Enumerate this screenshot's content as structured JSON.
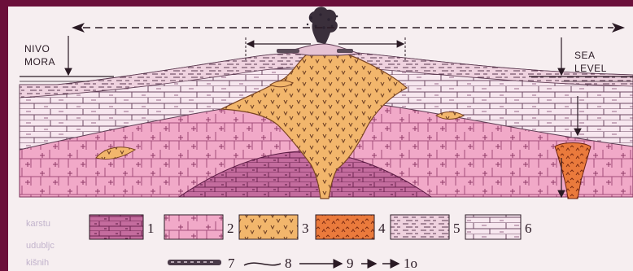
{
  "labels": {
    "left_line1": "NIVO",
    "left_line2": "MORA",
    "right_line1": "SEA",
    "right_line2": "LEVEL"
  },
  "legend": [
    {
      "num": "1",
      "pattern": "brick-dark-pink"
    },
    {
      "num": "2",
      "pattern": "plus-pink"
    },
    {
      "num": "3",
      "pattern": "v-orange"
    },
    {
      "num": "4",
      "pattern": "caret-red"
    },
    {
      "num": "5",
      "pattern": "dash-lines"
    },
    {
      "num": "6",
      "pattern": "brick-light"
    }
  ],
  "legend_row2": [
    {
      "num": "7",
      "symbol": "beaded-bar"
    },
    {
      "num": "8",
      "symbol": "wavy-line"
    },
    {
      "num": "9",
      "symbol": "solid-arrow"
    },
    {
      "num": "1o",
      "symbol": "double-arrow"
    }
  ],
  "background_text": {
    "line1": "karstu",
    "line2": "udubljc",
    "line3": "kišnih"
  },
  "colors": {
    "frame": "#6b0f3a",
    "paper": "#f6eef0",
    "pink_rock": "#f1a9c8",
    "dark_layer": "#c46c9e",
    "magma": "#f2b66c",
    "red_intrusion": "#ea7a3c",
    "light_beds": "#f7e7ef"
  }
}
